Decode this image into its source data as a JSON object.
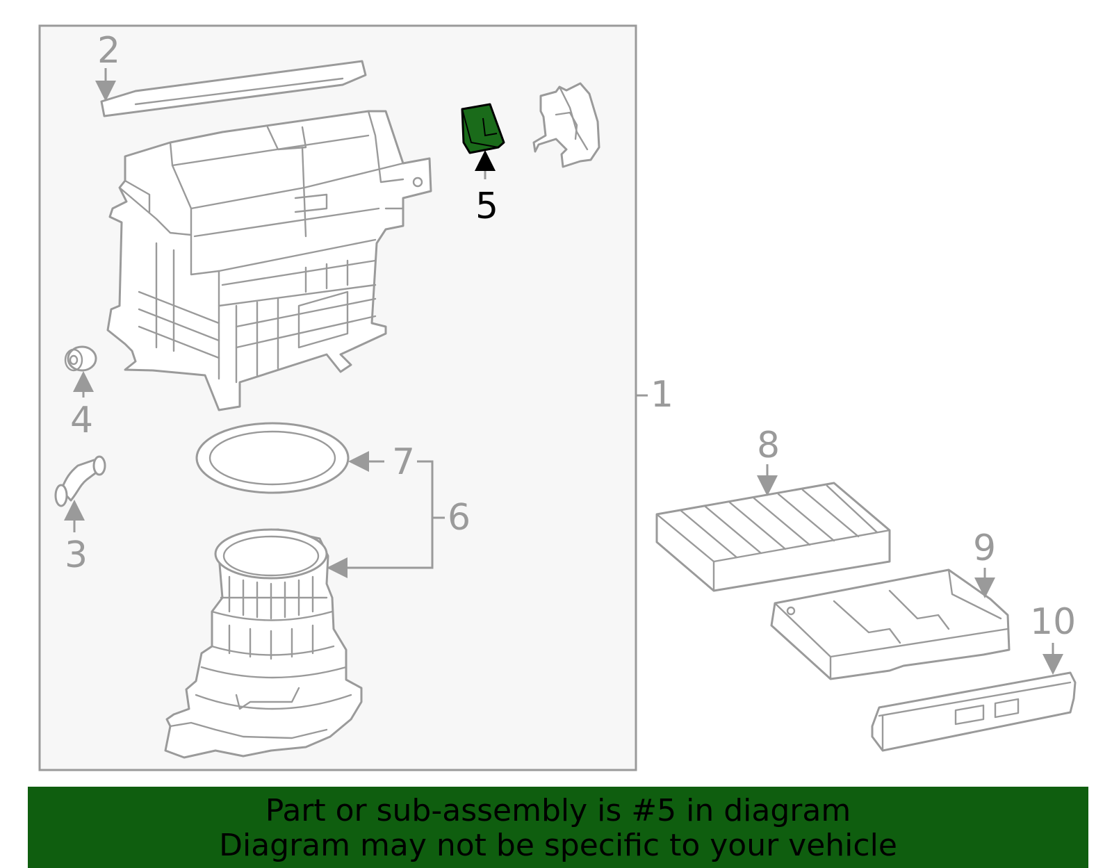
{
  "callouts": [
    "1",
    "2",
    "3",
    "4",
    "5",
    "6",
    "7",
    "8",
    "9",
    "10"
  ],
  "highlighted_part": "5",
  "colors": {
    "highlight": "#1a6b1a",
    "line": "#9a9a9a",
    "banner": "#0f5e0f",
    "panel": "#f7f7f7"
  },
  "banner": {
    "line1": "Part or sub-assembly is #5 in diagram",
    "line2": "Diagram may not be specific to your vehicle"
  }
}
